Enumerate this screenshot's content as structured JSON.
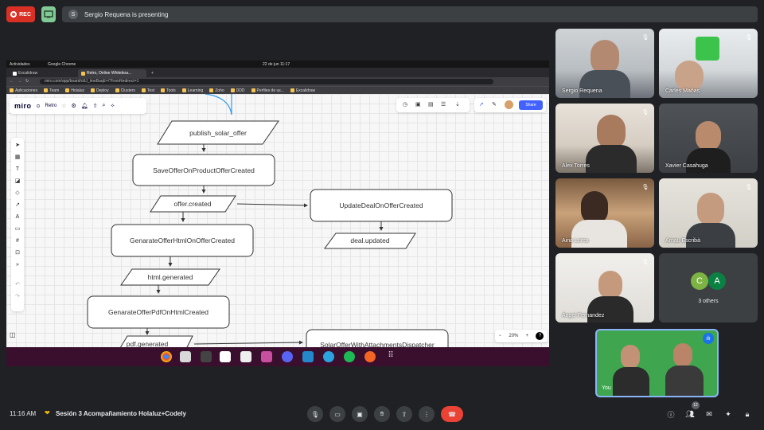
{
  "meet": {
    "rec_label": "REC",
    "presenting_initial": "S",
    "presenting_text": "Sergio Requena is presenting",
    "clock": "11:16 AM",
    "meeting_name": "Sesión 3 Acompañamiento Holaluz+Codely",
    "people_count": "12",
    "others_label": "3 others",
    "others_avatars": [
      "C",
      "A"
    ],
    "self_label": "You"
  },
  "participants": [
    {
      "name": "Sergio Requena",
      "muted": true
    },
    {
      "name": "Carles Mañas",
      "muted": true
    },
    {
      "name": "Alex Torres",
      "muted": true
    },
    {
      "name": "Xavier Casahuga",
      "muted": false
    },
    {
      "name": "Aina Lorca",
      "muted": true
    },
    {
      "name": "Arnau Escribà",
      "muted": true
    },
    {
      "name": "Ángel Fernandez",
      "muted": true
    }
  ],
  "screen": {
    "os": {
      "activities": "Actividades",
      "app": "Google Chrome",
      "datetime": "22 de jun  11:17"
    },
    "tabs": [
      {
        "label": "Excalidraw",
        "active": false
      },
      {
        "label": "Retro, Online Whiteboa...",
        "active": true
      }
    ],
    "url": "miro.com/app/board/o9J_lmeBaqE=/?fromRedirect=1",
    "bookmarks": [
      "Aplicaciones",
      "Team",
      "Holaluz",
      "Deploy",
      "Clusters",
      "Test",
      "Tools",
      "Learning",
      "Zoho",
      "DDD",
      "Perfiles de us...",
      "Excalidraw"
    ],
    "miro": {
      "logo": "miro",
      "board_name": "Retro",
      "share_label": "Share",
      "zoom": "20%"
    },
    "flow": {
      "publish": "publish_solar_offer",
      "save_offer": "SaveOfferOnProductOfferCreated",
      "offer_created": "offer.created",
      "update_deal": "UpdateDealOnOfferCreated",
      "deal_updated": "deal.updated",
      "generate_html": "GenarateOfferHtmlOnOfferCreated",
      "html_generated": "html.generated",
      "generate_pdf": "GenarateOfferPdfOnHtmlCreated",
      "pdf_generated": "pdf.generated",
      "dispatcher": "SolarOfferWithAttachmentsDispatcher"
    }
  }
}
